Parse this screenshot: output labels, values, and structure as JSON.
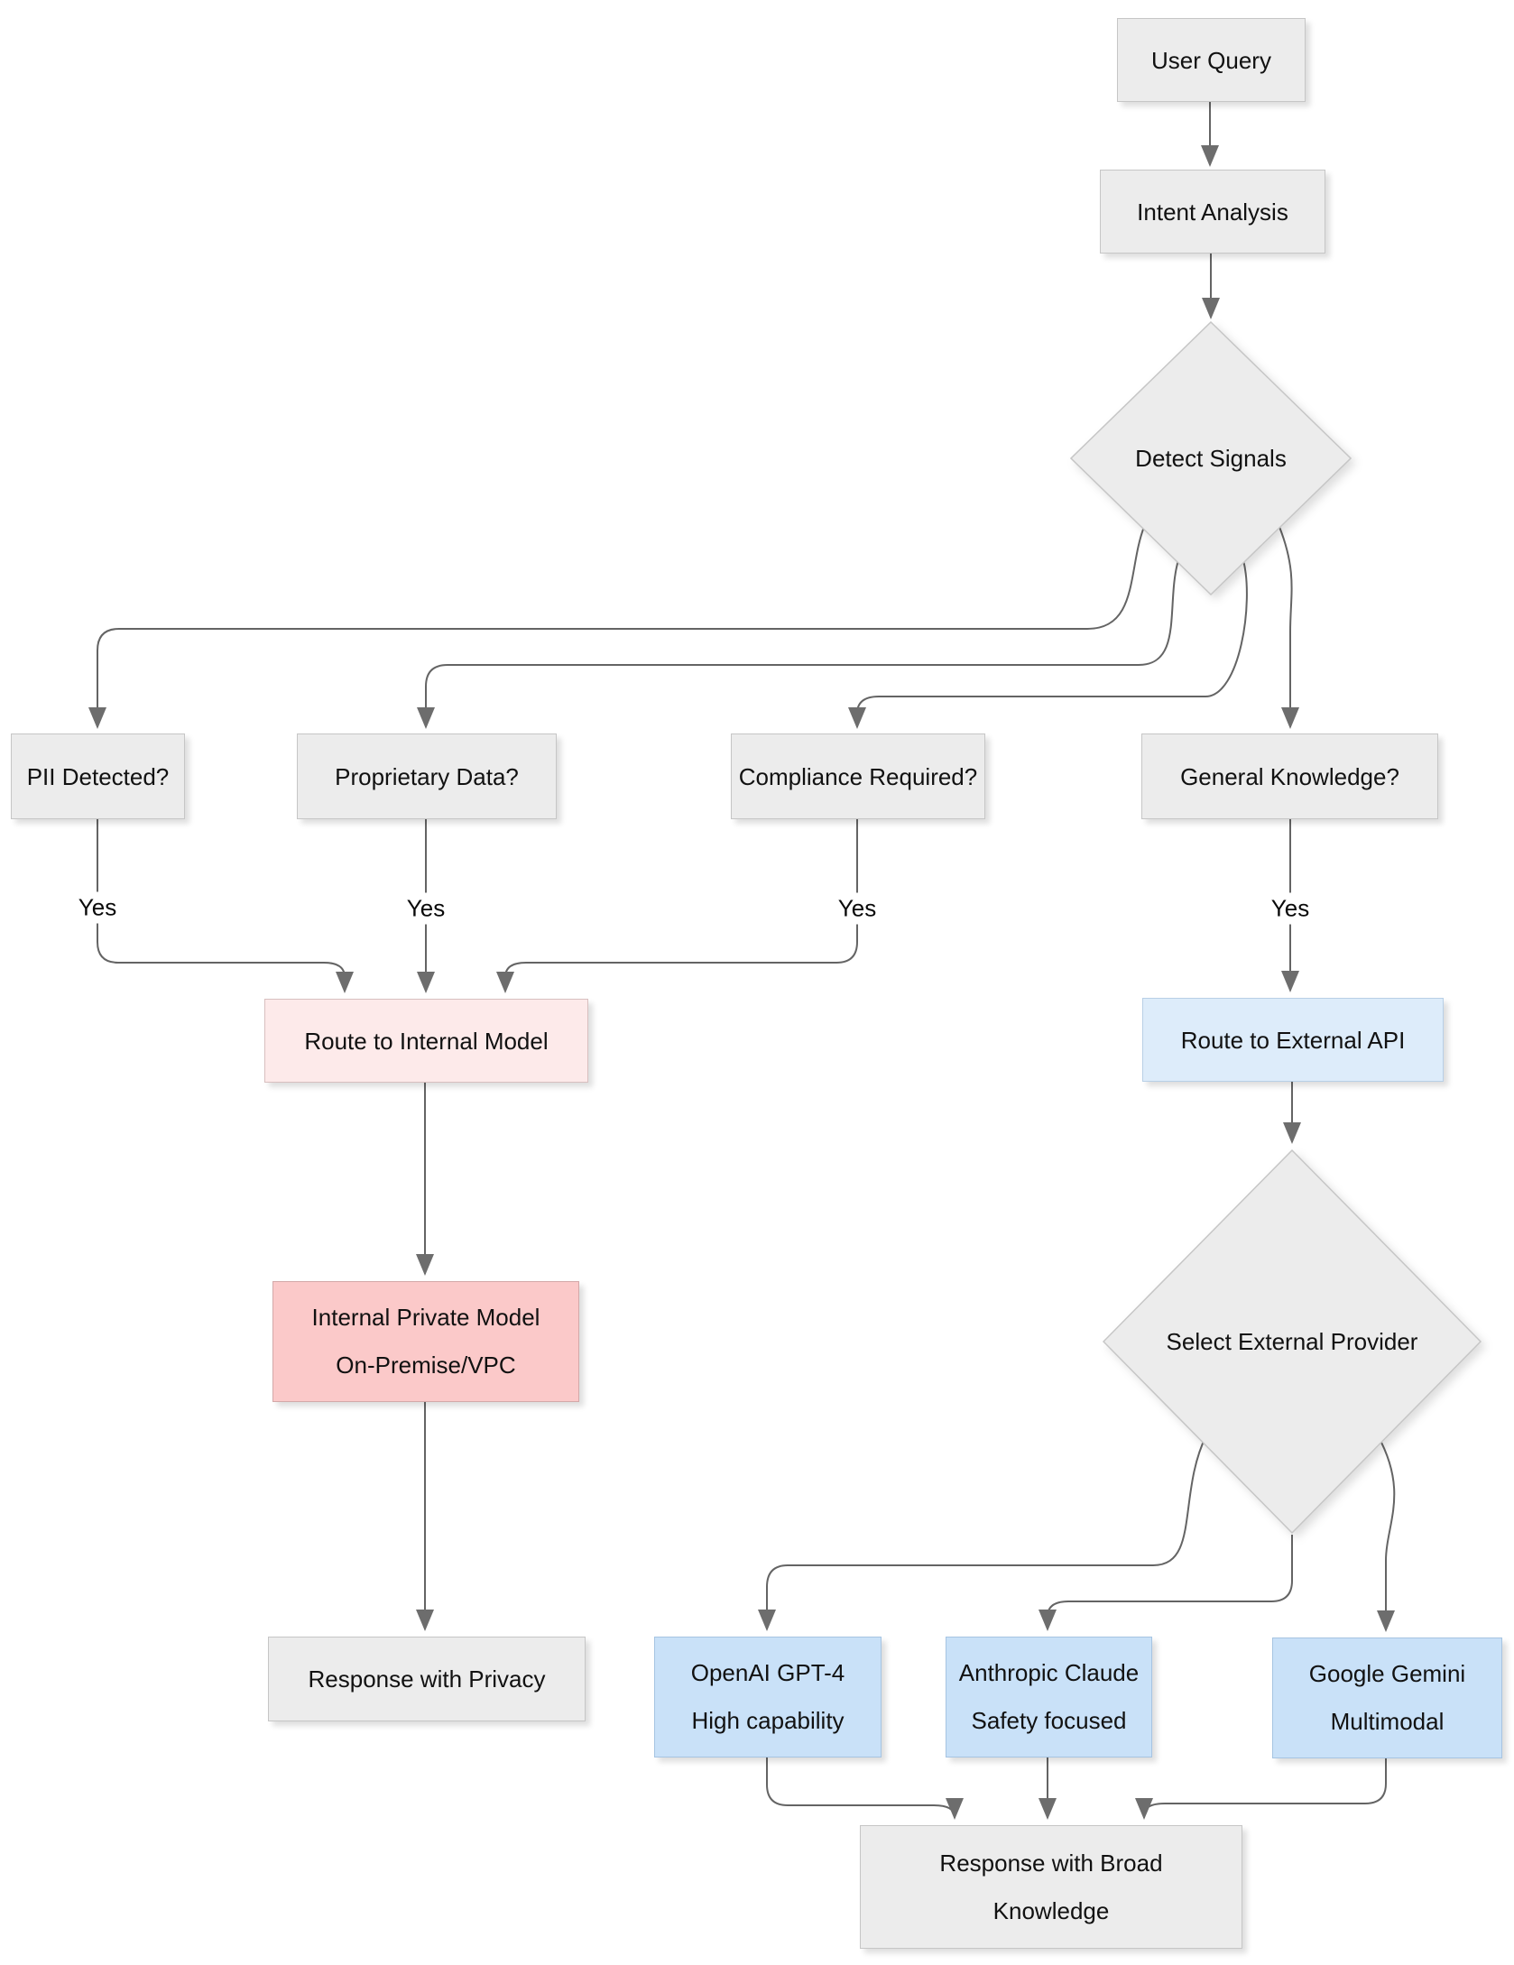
{
  "diagram": {
    "title_hint": "LLM query routing flowchart",
    "colors": {
      "node_gray": "#ececec",
      "internal_light": "#fdeaea",
      "internal_strong": "#fbc9c9",
      "external_light": "#ddecfa",
      "external_strong": "#c9e1f8",
      "edge": "#646464"
    },
    "nodes": {
      "user_query": {
        "type": "process",
        "fill": "gray",
        "label": "User Query"
      },
      "intent_analysis": {
        "type": "process",
        "fill": "gray",
        "label": "Intent Analysis"
      },
      "detect_signals": {
        "type": "decision",
        "fill": "gray",
        "label": "Detect Signals"
      },
      "pii": {
        "type": "process",
        "fill": "gray",
        "label": "PII Detected?"
      },
      "proprietary": {
        "type": "process",
        "fill": "gray",
        "label": "Proprietary Data?"
      },
      "compliance": {
        "type": "process",
        "fill": "gray",
        "label": "Compliance Required?"
      },
      "general": {
        "type": "process",
        "fill": "gray",
        "label": "General Knowledge?"
      },
      "route_internal": {
        "type": "process",
        "fill": "internal_light",
        "label": "Route to Internal Model"
      },
      "route_external": {
        "type": "process",
        "fill": "external_light",
        "label": "Route to External API"
      },
      "internal_model": {
        "type": "process",
        "fill": "internal_strong",
        "line1": "Internal Private Model",
        "line2": "On-Premise/VPC"
      },
      "select_provider": {
        "type": "decision",
        "fill": "gray",
        "label": "Select External Provider"
      },
      "response_privacy": {
        "type": "process",
        "fill": "gray",
        "label": "Response with Privacy"
      },
      "openai": {
        "type": "process",
        "fill": "external_strong",
        "line1": "OpenAI GPT-4",
        "line2": "High capability"
      },
      "anthropic": {
        "type": "process",
        "fill": "external_strong",
        "line1": "Anthropic Claude",
        "line2": "Safety focused"
      },
      "gemini": {
        "type": "process",
        "fill": "external_strong",
        "line1": "Google Gemini",
        "line2": "Multimodal"
      },
      "response_broad": {
        "type": "process",
        "fill": "gray",
        "line1": "Response with Broad",
        "line2": "Knowledge"
      }
    },
    "edges": [
      {
        "from": "user_query",
        "to": "intent_analysis"
      },
      {
        "from": "intent_analysis",
        "to": "detect_signals"
      },
      {
        "from": "detect_signals",
        "to": "pii"
      },
      {
        "from": "detect_signals",
        "to": "proprietary"
      },
      {
        "from": "detect_signals",
        "to": "compliance"
      },
      {
        "from": "detect_signals",
        "to": "general"
      },
      {
        "from": "pii",
        "to": "route_internal",
        "label": "Yes"
      },
      {
        "from": "proprietary",
        "to": "route_internal",
        "label": "Yes"
      },
      {
        "from": "compliance",
        "to": "route_internal",
        "label": "Yes"
      },
      {
        "from": "general",
        "to": "route_external",
        "label": "Yes"
      },
      {
        "from": "route_internal",
        "to": "internal_model"
      },
      {
        "from": "internal_model",
        "to": "response_privacy"
      },
      {
        "from": "route_external",
        "to": "select_provider"
      },
      {
        "from": "select_provider",
        "to": "openai"
      },
      {
        "from": "select_provider",
        "to": "anthropic"
      },
      {
        "from": "select_provider",
        "to": "gemini"
      },
      {
        "from": "openai",
        "to": "response_broad"
      },
      {
        "from": "anthropic",
        "to": "response_broad"
      },
      {
        "from": "gemini",
        "to": "response_broad"
      }
    ]
  }
}
